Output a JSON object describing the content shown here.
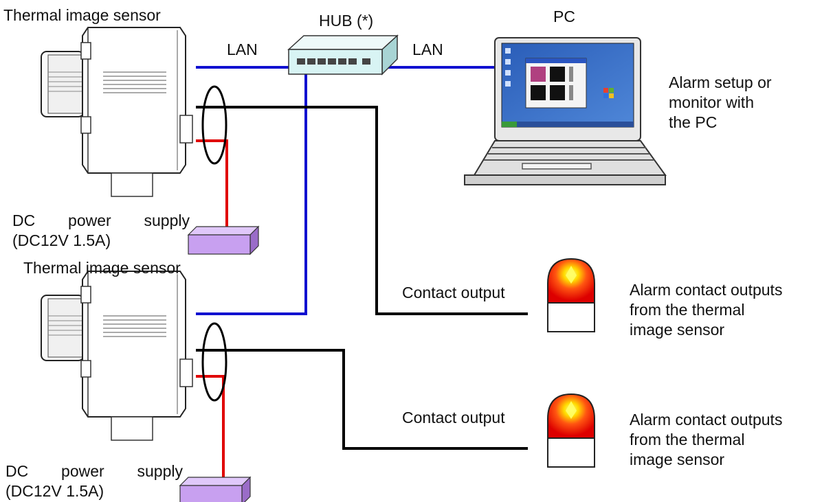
{
  "labels": {
    "sensor_top": "Thermal image sensor",
    "sensor_bottom": "Thermal image sensor",
    "hub": "HUB (*)",
    "pc": "PC",
    "lan_left": "LAN",
    "lan_right": "LAN",
    "alarm_pc_line1": "Alarm setup or",
    "alarm_pc_line2": "monitor with",
    "alarm_pc_line3": "the PC",
    "psu_top_line1_words": [
      "DC",
      "power",
      "supply"
    ],
    "psu_top_line2": "(DC12V 1.5A)",
    "psu_bottom_line1_words": [
      "DC",
      "power",
      "supply"
    ],
    "psu_bottom_line2": "(DC12V 1.5A)",
    "contact_top": "Contact output",
    "contact_bottom": "Contact output",
    "alarm_top_line1": "Alarm contact outputs",
    "alarm_top_line2": "from the thermal",
    "alarm_top_line3": "image sensor",
    "alarm_bottom_line1": "Alarm contact outputs",
    "alarm_bottom_line2": "from the thermal",
    "alarm_bottom_line3": "image sensor"
  },
  "colors": {
    "lan_cable": "#1010d0",
    "contact_cable": "#000000",
    "power_cable": "#e00000",
    "psu_box": "#c8a0f0",
    "hub_body": "#d8f4f4",
    "lamp_red": "#ee1111",
    "lamp_yellow": "#ffee00"
  }
}
